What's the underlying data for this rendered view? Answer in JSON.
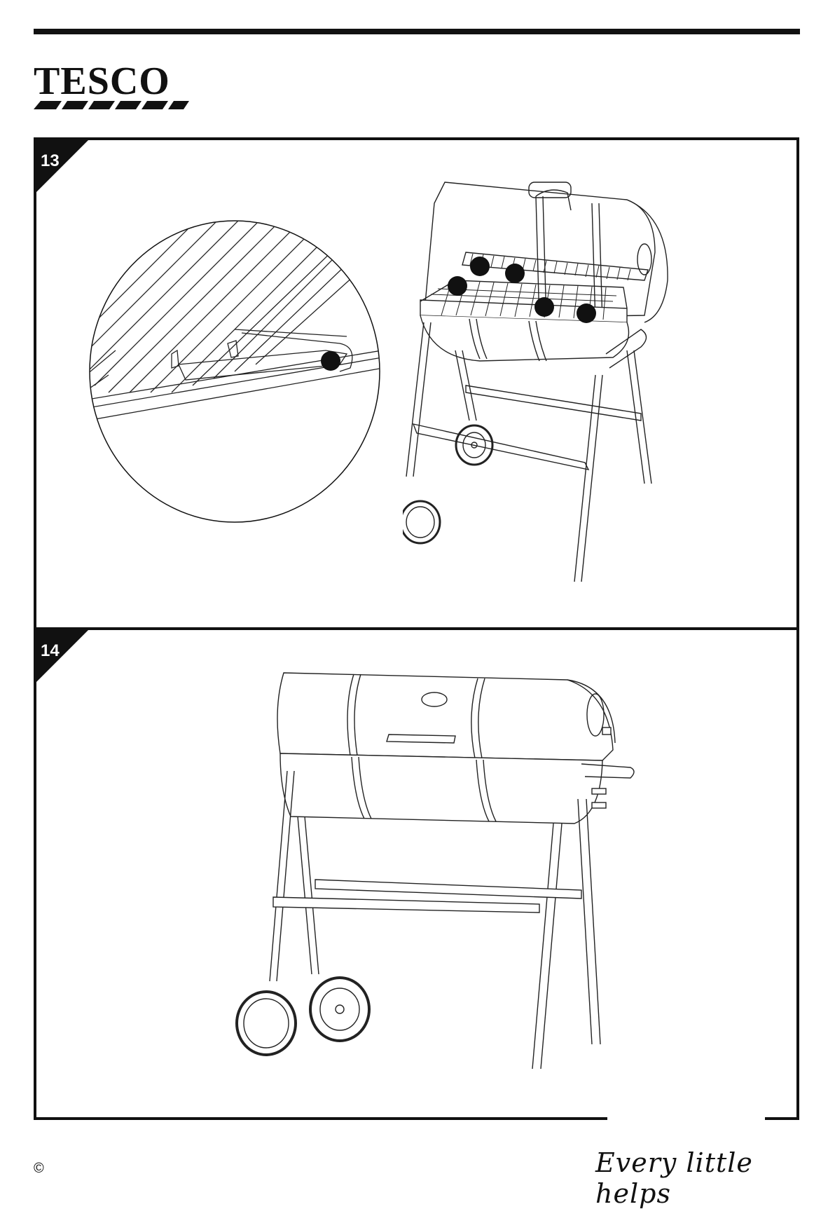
{
  "header": {
    "brand_logo_text": "TESCO"
  },
  "steps": [
    {
      "number": "13"
    },
    {
      "number": "14"
    }
  ],
  "footer": {
    "copyright": "©",
    "slogan": "Every little helps"
  },
  "icons": {
    "logo": "tesco-logo",
    "step13": "bbq-grill-open-with-charcoal-grate-illustration",
    "step13_detail": "magnified-grate-detail-illustration",
    "step14": "bbq-grill-closed-assembled-illustration"
  }
}
